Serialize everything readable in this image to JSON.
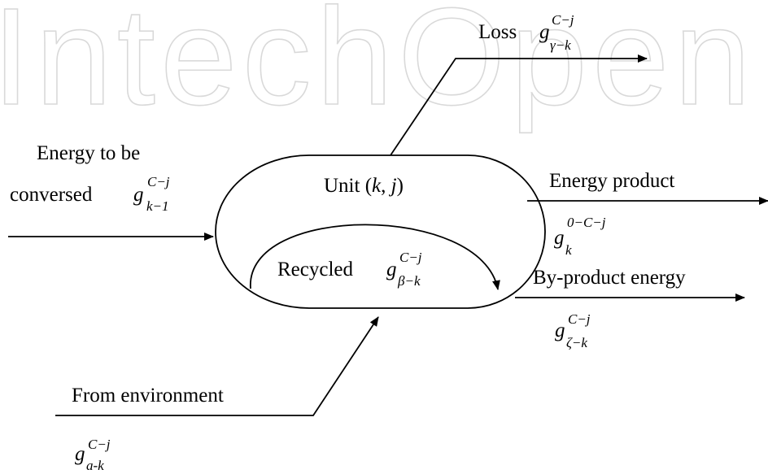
{
  "watermark": "IntechOpen",
  "unit": {
    "text": "Unit (",
    "k": "k",
    "sep": ", ",
    "j": "j",
    "close": ")"
  },
  "loss": {
    "label": "Loss",
    "sym": "g",
    "sup": "C−j",
    "sub": "γ−k"
  },
  "input": {
    "line1": "Energy to be",
    "line2": "conversed",
    "sym": "g",
    "sup": "C−j",
    "sub": "k−1"
  },
  "product": {
    "label": "Energy product",
    "sym": "g",
    "sup": "0−C−j",
    "sub": "k"
  },
  "recycled": {
    "label": "Recycled",
    "sym": "g",
    "sup": "C−j",
    "sub": "β−k"
  },
  "byproduct": {
    "label": "By-product energy",
    "sym": "g",
    "sup": "C−j",
    "sub": "ζ−k"
  },
  "environment": {
    "label": "From environment",
    "sym": "g",
    "sup": "C−j",
    "sub": "a-k"
  }
}
